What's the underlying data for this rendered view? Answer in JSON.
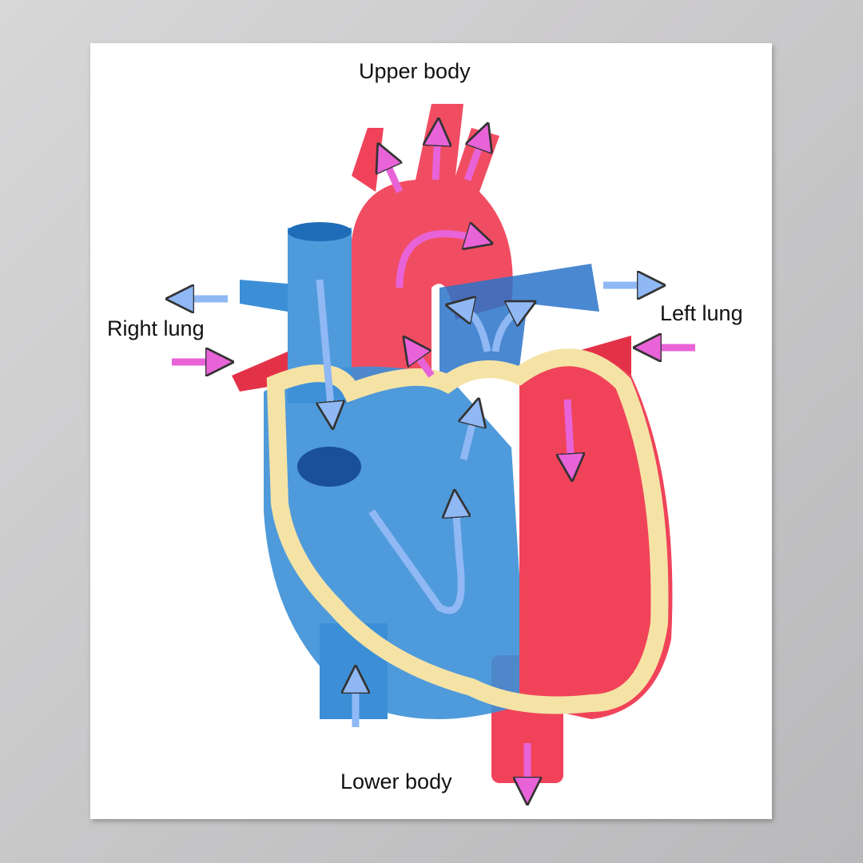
{
  "labels": {
    "upper_body": "Upper body",
    "lower_body": "Lower body",
    "right_lung": "Right lung",
    "left_lung": "Left lung"
  },
  "colors": {
    "oxygenated": "#f0435a",
    "deoxygenated": "#3c8fd6",
    "muscle": "#f5e3a6",
    "flow_oxygenated": "#e863d8",
    "flow_deoxygenated": "#8fb8f4"
  }
}
